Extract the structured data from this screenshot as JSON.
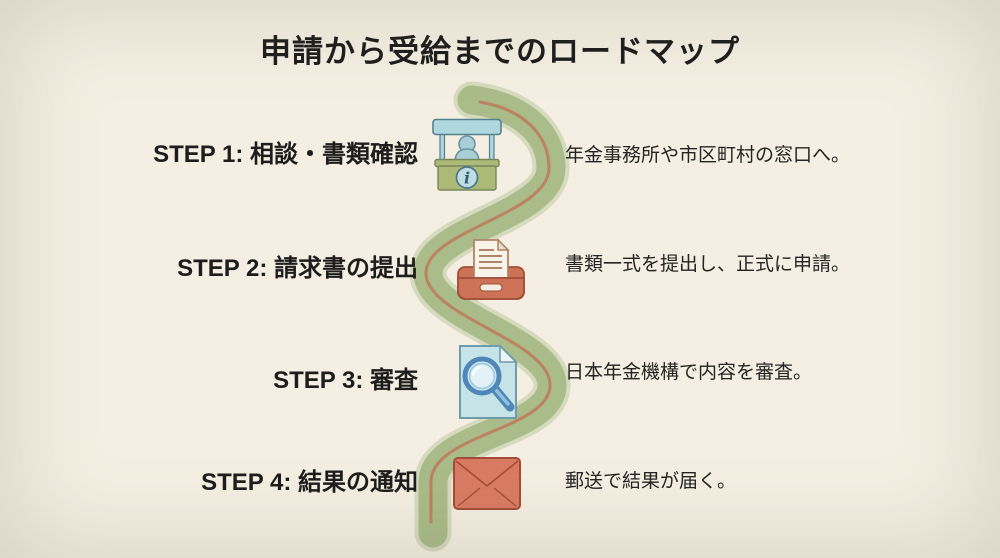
{
  "title": "申請から受給までのロードマップ",
  "colors": {
    "background": "#f4efe2",
    "path_green": "#a9bc89",
    "path_center_line": "#c0785a",
    "text": "#1d1d1d",
    "icon_booth_blue": "#aed8de",
    "icon_booth_green": "#adba77",
    "icon_tray_red": "#cd7257",
    "icon_document_blue": "#c6e3e8",
    "icon_magnifier_blue": "#4f88b8",
    "icon_envelope_red": "#d97b63"
  },
  "steps": [
    {
      "label": "STEP 1: 相談・書類確認",
      "description": "年金事務所や市区町村の窓口へ。",
      "icon": "info-booth-icon"
    },
    {
      "label": "STEP 2: 請求書の提出",
      "description": "書類一式を提出し、正式に申請。",
      "icon": "document-submission-tray-icon"
    },
    {
      "label": "STEP 3: 審査",
      "description": "日本年金機構で内容を審査。",
      "icon": "document-magnifier-icon"
    },
    {
      "label": "STEP 4: 結果の通知",
      "description": "郵送で結果が届く。",
      "icon": "envelope-icon"
    }
  ]
}
